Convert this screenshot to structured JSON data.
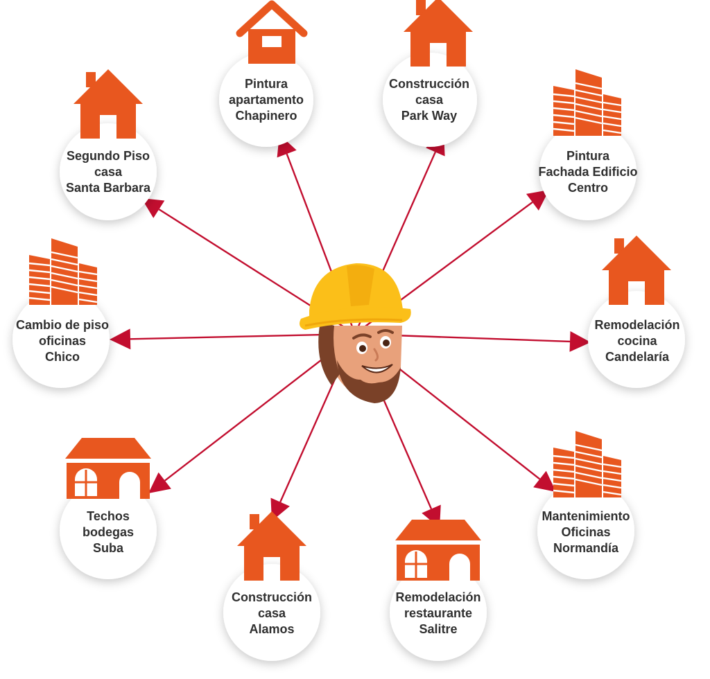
{
  "colors": {
    "building": "#e8571f",
    "arrow": "#c20e2f",
    "circle": "#ffffff",
    "text": "#2f2f2f",
    "helmet": "#fbbf19",
    "helmet_shade": "#f0a70c",
    "hair": "#7a4128",
    "skin": "#e8a17b"
  },
  "center": {
    "label": "",
    "icon": "construction-worker-icon"
  },
  "projects": [
    {
      "id": "pintura-chapinero",
      "icon": "house-window-icon",
      "lines": [
        "Pintura",
        "apartamento",
        "Chapinero"
      ]
    },
    {
      "id": "construccion-park-way",
      "icon": "house-icon",
      "lines": [
        "Construcción",
        "casa",
        "Park Way"
      ]
    },
    {
      "id": "pintura-fachada-centro",
      "icon": "office-buildings-icon",
      "lines": [
        "Pintura",
        "Fachada Edificio",
        "Centro"
      ]
    },
    {
      "id": "remodelacion-candelaria",
      "icon": "house-icon",
      "lines": [
        "Remodelación",
        "cocina",
        "Candelaría"
      ]
    },
    {
      "id": "mantenimiento-normandia",
      "icon": "office-buildings-icon",
      "lines": [
        "Mantenimiento",
        "Oficinas",
        "Normandía"
      ]
    },
    {
      "id": "remodelacion-salitre",
      "icon": "warehouse-icon",
      "lines": [
        "Remodelación",
        "restaurante",
        "Salitre"
      ]
    },
    {
      "id": "construccion-alamos",
      "icon": "house-icon",
      "lines": [
        "Construcción",
        "casa",
        "Alamos"
      ]
    },
    {
      "id": "techos-suba",
      "icon": "warehouse-icon",
      "lines": [
        "Techos",
        "bodegas",
        "Suba"
      ]
    },
    {
      "id": "cambio-piso-chico",
      "icon": "office-buildings-icon",
      "lines": [
        "Cambio de piso",
        "oficinas",
        "Chico"
      ]
    },
    {
      "id": "segundo-piso-santa-barbara",
      "icon": "house-icon",
      "lines": [
        "Segundo Piso",
        "casa",
        "Santa Barbara"
      ]
    }
  ]
}
